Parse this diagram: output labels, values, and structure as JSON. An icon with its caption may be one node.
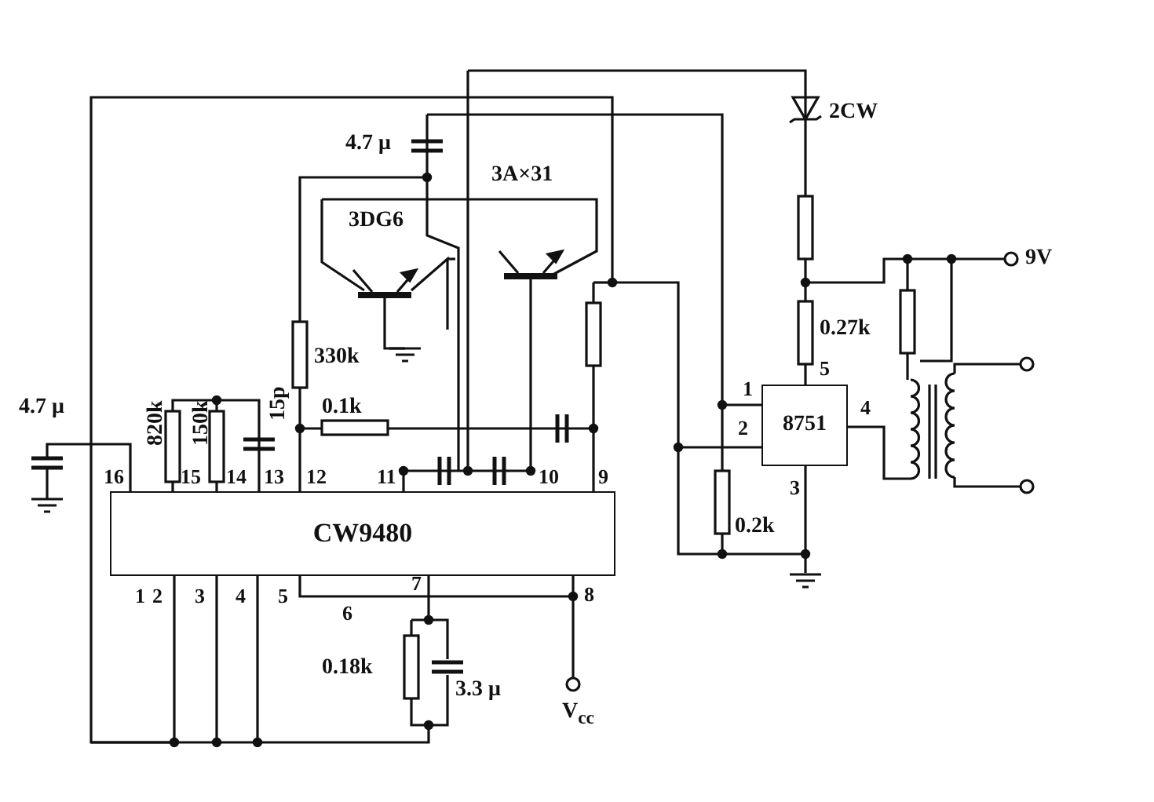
{
  "diagram": {
    "nodes": [
      {
        "text": [
          "CW9480"
        ],
        "beside": [
          "16",
          "15",
          "14",
          "13",
          "12",
          "11",
          "10",
          "9",
          "1",
          "2",
          "3",
          "4",
          "5",
          "6",
          "7",
          "8"
        ]
      },
      {
        "text": [
          "8751"
        ],
        "beside": [
          "5",
          "1",
          "2",
          "4",
          "3"
        ]
      }
    ],
    "edges": [
      {
        "from": 0,
        "to": 1,
        "arrow": "none"
      }
    ],
    "labels": [
      "2CW",
      "4.7 μ",
      "3A×31",
      "3DG6",
      "9V",
      "330k",
      "0.27k",
      "4.7 μ",
      "820k",
      "150k",
      "15p",
      "0.1k",
      "0.2k",
      "0.18k",
      "3.3 μ",
      "V$_{cc}$"
    ]
  }
}
